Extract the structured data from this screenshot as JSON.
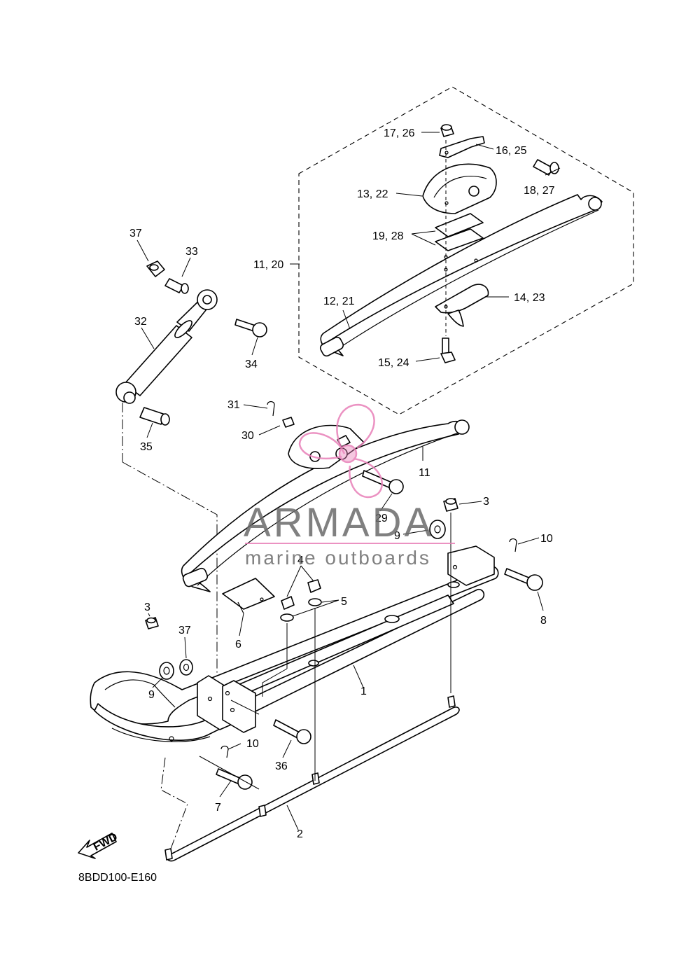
{
  "diagram_code": "8BDD100-E160",
  "fwd_arrow": "FWD",
  "watermark": {
    "brand": "ARMADA",
    "tagline": "marine outboards",
    "accent_color": "#e87fb8"
  },
  "callouts": {
    "c1": "1",
    "c2": "2",
    "c3a": "3",
    "c3b": "3",
    "c4": "4",
    "c5": "5",
    "c6": "6",
    "c7": "7",
    "c8": "8",
    "c9a": "9",
    "c9b": "9",
    "c10a": "10",
    "c10b": "10",
    "c11": "11",
    "c11_20": "11, 20",
    "c12_21": "12, 21",
    "c13_22": "13, 22",
    "c14_23": "14, 23",
    "c15_24": "15, 24",
    "c16_25": "16, 25",
    "c17_26": "17, 26",
    "c18_27": "18, 27",
    "c19_28": "19, 28",
    "c29": "29",
    "c30": "30",
    "c31": "31",
    "c32": "32",
    "c33": "33",
    "c34": "34",
    "c35": "35",
    "c36": "36",
    "c37a": "37",
    "c37b": "37"
  }
}
